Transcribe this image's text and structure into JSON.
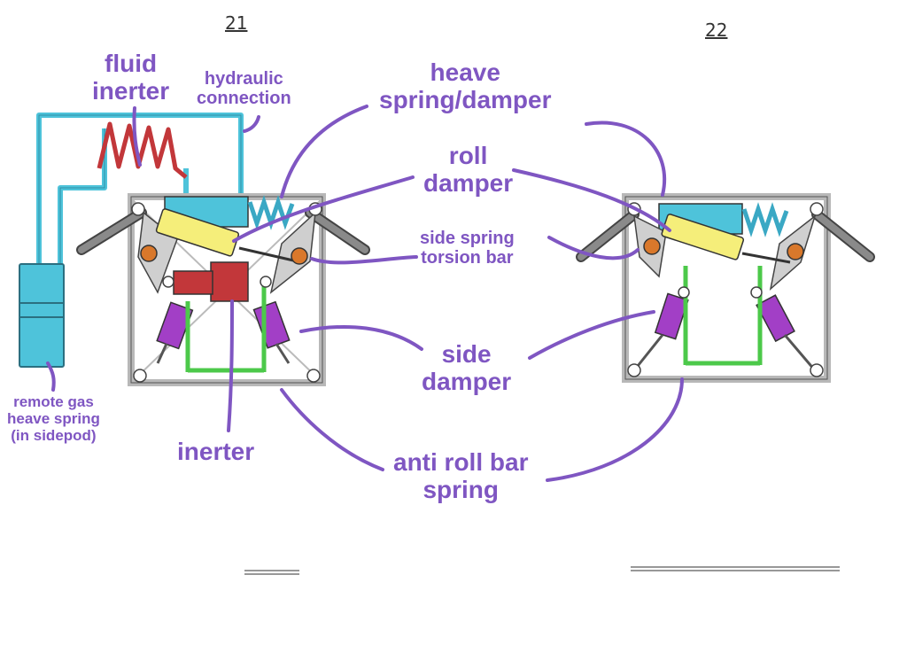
{
  "diagram": {
    "page_numbers": [
      "21",
      "22"
    ],
    "colors": {
      "annotation": "#7f56c2",
      "hydraulic": "#4ec3da",
      "inerter_red": "#c2373a",
      "roll_damper_yellow": "#f5ee7a",
      "side_damper_purple": "#a23fc6",
      "anti_roll_green": "#4cc94a",
      "pivot_orange": "#d9782b",
      "frame_gray": "#dedede",
      "rocker_gray": "#cfcfcf"
    },
    "labels": {
      "fluid_inerter": [
        "fluid",
        "inerter"
      ],
      "hydraulic_connection": [
        "hydraulic",
        "connection"
      ],
      "heave_spring_damper": [
        "heave",
        "spring/damper"
      ],
      "roll_damper": [
        "roll",
        "damper"
      ],
      "side_spring_torsion_bar": [
        "side spring",
        "torsion bar"
      ],
      "side_damper": [
        "side",
        "damper"
      ],
      "anti_roll_bar_spring": [
        "anti roll bar",
        "spring"
      ],
      "inerter": [
        "inerter"
      ],
      "remote_gas_heave_spring": [
        "remote gas",
        "heave spring",
        "(in sidepod)"
      ]
    }
  }
}
